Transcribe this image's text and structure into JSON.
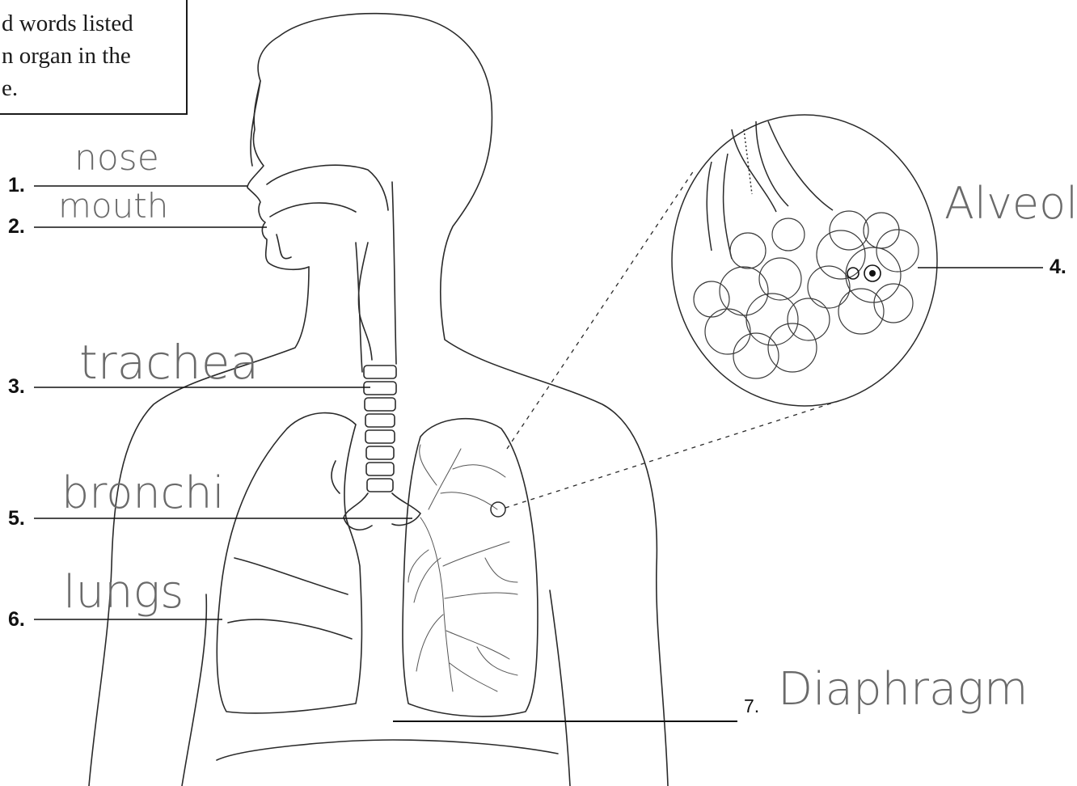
{
  "instructions": {
    "lines": [
      "d words listed",
      "n organ in the",
      "e."
    ]
  },
  "labels": [
    {
      "number": "1.",
      "answer": "nose"
    },
    {
      "number": "2.",
      "answer": "mouth"
    },
    {
      "number": "3.",
      "answer": "trachea"
    },
    {
      "number": "4.",
      "answer": "Alveoli"
    },
    {
      "number": "5.",
      "answer": "bronchi"
    },
    {
      "number": "6.",
      "answer": "lungs"
    },
    {
      "number": "7.",
      "answer": "Diaphragm"
    }
  ],
  "colors": {
    "outline": "#2a2a2a",
    "handwriting": "#6a6a6a",
    "leader": "#111111"
  }
}
